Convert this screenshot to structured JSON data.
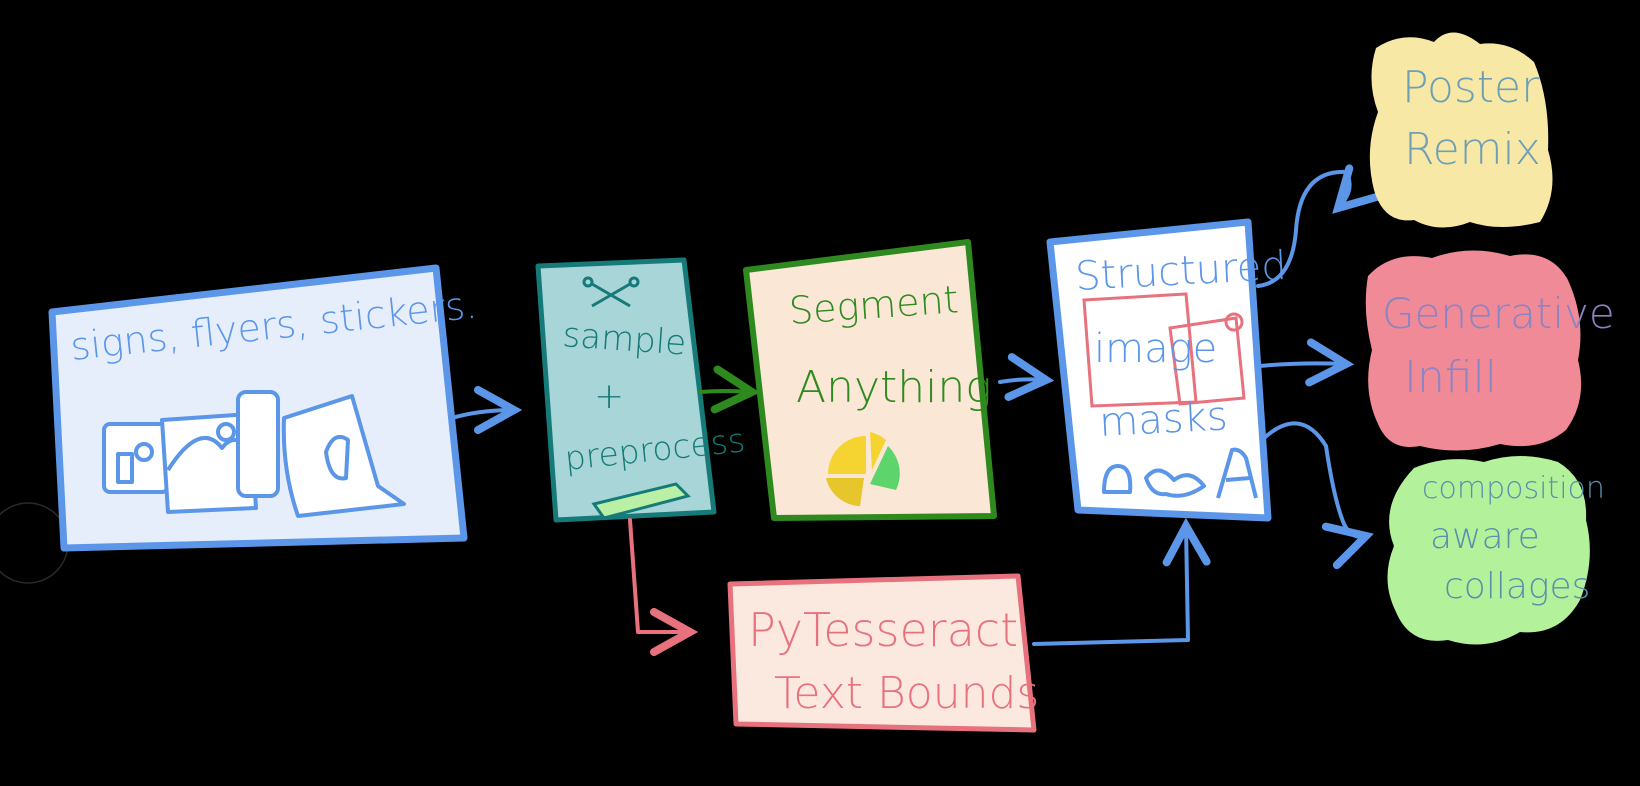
{
  "colors": {
    "background": "#000000",
    "blue": "#5b96e8",
    "blue_fill": "#e6eefc",
    "teal": "#157a78",
    "teal_fill": "#a7d5d8",
    "green": "#2e8a1f",
    "peach_fill": "#fbe7d5",
    "pink": "#e7727e",
    "pink_fill": "#fbe9e0",
    "yellow_blob": "#f7e8a6",
    "pink_blob": "#f08a96",
    "green_blob": "#b3f29a"
  },
  "nodes": {
    "inputs": {
      "label": "signs, flyers, stickers."
    },
    "sample": {
      "label_line1": "sample",
      "label_line2": "+",
      "label_line3": "preprocess"
    },
    "segment": {
      "label_line1": "Segment",
      "label_line2": "Anything"
    },
    "ocr": {
      "label_line1": "PyTesseract",
      "label_line2": "Text Bounds"
    },
    "masks": {
      "label_line1": "Structured",
      "label_line2": "image",
      "label_line3": "masks"
    },
    "poster": {
      "label_line1": "Poster",
      "label_line2": "Remix"
    },
    "infill": {
      "label_line1": "Generative",
      "label_line2": "Infill"
    },
    "collage": {
      "label_line1": "composition",
      "label_line2": "aware",
      "label_line3": "collages"
    }
  },
  "icons": {
    "inputs_icon": "photos-documents-icon",
    "sample_icon": "scissors-icon",
    "sample_bottom_icon": "tray-icon",
    "segment_icon": "segmented-circle-icon",
    "masks_icons": "mask-shapes-icon"
  },
  "edges": [
    {
      "from": "inputs",
      "to": "sample"
    },
    {
      "from": "sample",
      "to": "segment"
    },
    {
      "from": "sample",
      "to": "ocr"
    },
    {
      "from": "segment",
      "to": "masks"
    },
    {
      "from": "ocr",
      "to": "masks"
    },
    {
      "from": "masks",
      "to": "poster"
    },
    {
      "from": "masks",
      "to": "infill"
    },
    {
      "from": "masks",
      "to": "collage"
    }
  ]
}
